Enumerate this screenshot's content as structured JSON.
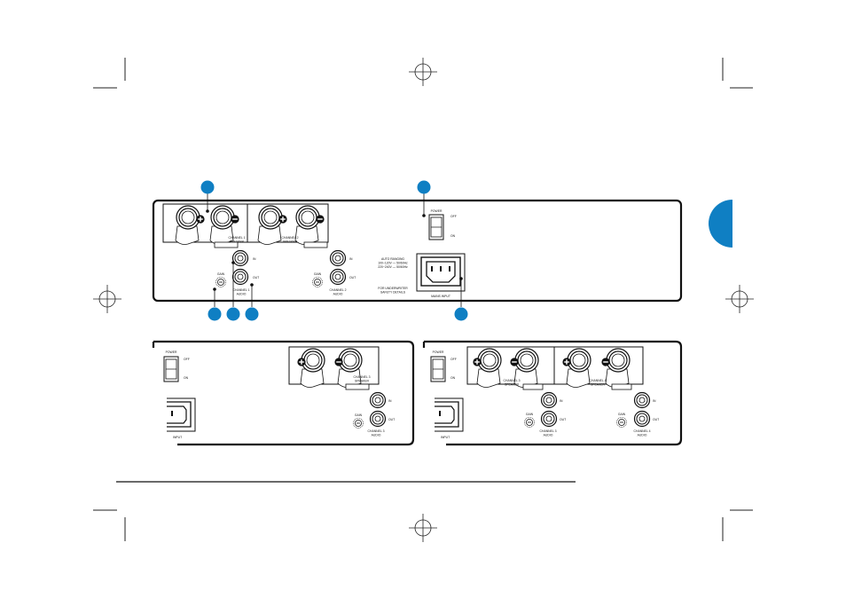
{
  "colors": {
    "accent": "#0f7fc3",
    "line": "#1a1a1a"
  },
  "callouts": [
    "",
    "",
    "",
    "",
    "",
    "",
    ""
  ],
  "main_panel": {
    "ch1_speaker": "CHANNEL 1\nSPEAKER",
    "ch2_speaker": "CHANNEL 2\nSPEAKER",
    "power": "POWER",
    "off": "OFF",
    "on": "ON",
    "gain": "GAIN",
    "in": "IN",
    "out": "OUT",
    "ch1_audio": "CHANNEL 1\nAUDIO",
    "ch2_audio": "CHANNEL 2\nAUDIO",
    "voltage": "AUTO RANGING\n100~120V — 50/60Hz\n220~240V — 50/60Hz",
    "fuse": "FOR UNDERWRITER\nSAFETY DETAILS",
    "mains": "MAINS INPUT"
  },
  "left_panel": {
    "power": "POWER",
    "off": "OFF",
    "on": "ON",
    "input": "INPUT",
    "speaker": "CHANNEL 3\nSPEAKER",
    "gain": "GAIN",
    "in": "IN",
    "out": "OUT",
    "audio": "CHANNEL 3\nAUDIO"
  },
  "right_panel": {
    "power": "POWER",
    "off": "OFF",
    "on": "ON",
    "input": "INPUT",
    "speaker3": "CHANNEL 3\nSPEAKER",
    "speaker4": "CHANNEL 4\nSPEAKER",
    "gain": "GAIN",
    "in": "IN",
    "out": "OUT",
    "audio3": "CHANNEL 3\nAUDIO",
    "audio4": "CHANNEL 4\nAUDIO"
  }
}
